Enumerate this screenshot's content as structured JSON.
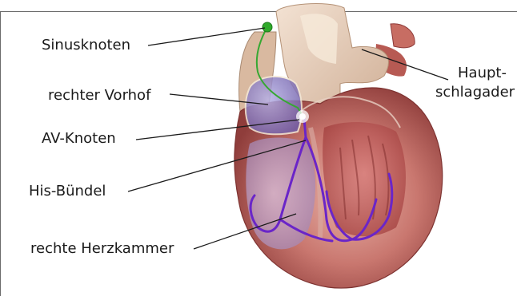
{
  "labels": {
    "sinusknoten": "Sinusknoten",
    "vorhof": "rechter Vorhof",
    "avknoten": "AV-Knoten",
    "his": "His-Bündel",
    "kammer": "rechte Herzkammer",
    "haupt_line1": "Haupt-",
    "haupt_line2": "schlagader"
  },
  "colors": {
    "conduction": "#6a25c8",
    "node": "#2faa2a",
    "heart_main": "#c46a66",
    "heart_dark": "#8e3a38",
    "aorta": "#e9cfb8"
  }
}
